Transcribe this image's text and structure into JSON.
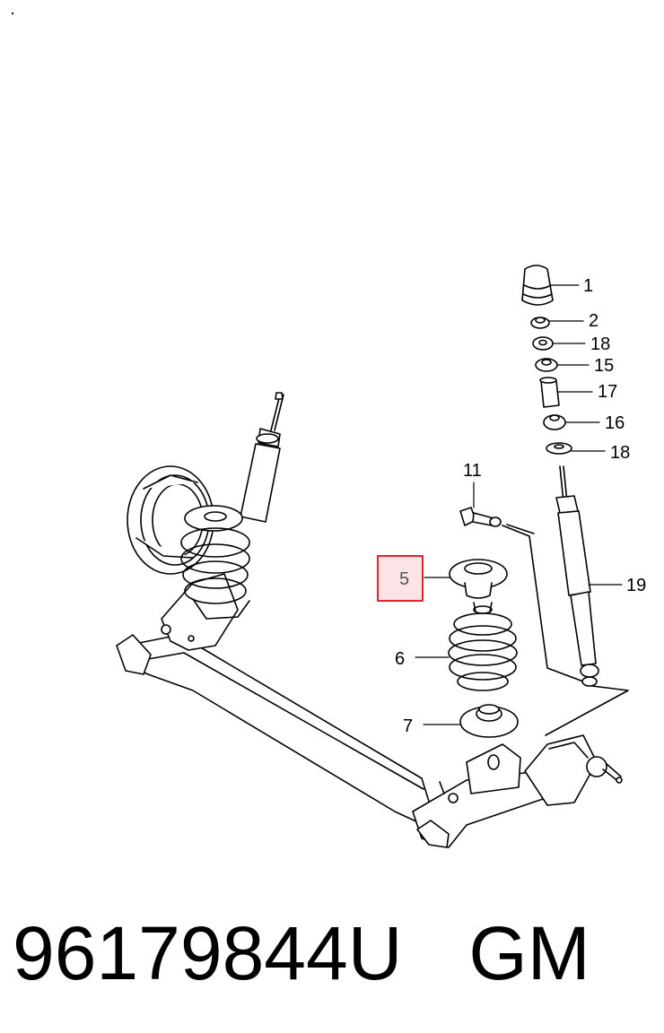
{
  "diagram": {
    "callouts": [
      {
        "id": "1",
        "text": "1"
      },
      {
        "id": "2",
        "text": "2"
      },
      {
        "id": "18a",
        "text": "18"
      },
      {
        "id": "15",
        "text": "15"
      },
      {
        "id": "17",
        "text": "17"
      },
      {
        "id": "16",
        "text": "16"
      },
      {
        "id": "18b",
        "text": "18"
      },
      {
        "id": "11",
        "text": "11"
      },
      {
        "id": "19",
        "text": "19"
      },
      {
        "id": "5",
        "text": "5",
        "highlighted": true
      },
      {
        "id": "6",
        "text": "6"
      },
      {
        "id": "7",
        "text": "7"
      }
    ],
    "highlight_color": "#e0232e",
    "highlight_fill": "#fbe3e6"
  },
  "footer": {
    "part_number": "96179844U",
    "brand": "GM"
  }
}
